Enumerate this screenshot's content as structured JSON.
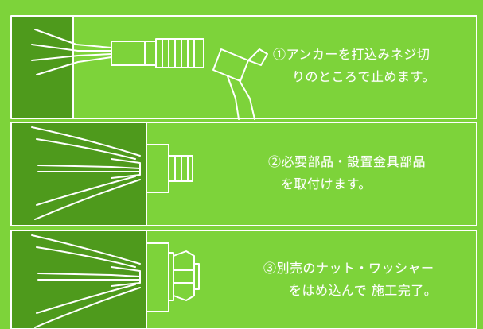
{
  "steps": [
    {
      "line1": "①アンカーを打込みネジ切",
      "line2": "りのところで止めます。"
    },
    {
      "line1": "②必要部品・設置金具部品",
      "line2": "を取付けます。"
    },
    {
      "line1": "③別売のナット・ワッシャー",
      "line2": "をはめ込んで 施工完了。"
    }
  ],
  "colors": {
    "background": "#7dd33a",
    "wall": "#4e9a1c",
    "line": "#ffffff"
  }
}
